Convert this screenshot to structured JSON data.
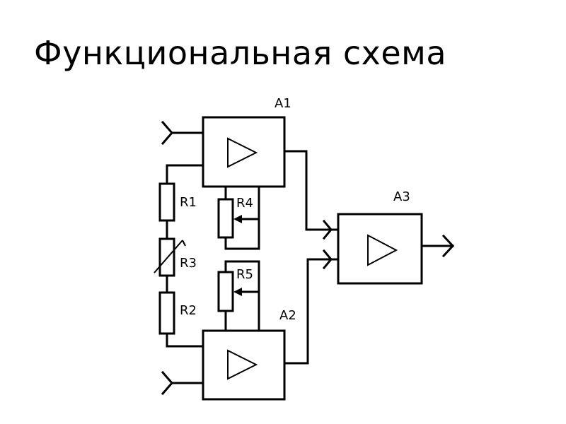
{
  "title": "Функциональная схема",
  "labels": {
    "a1": "A1",
    "a2": "A2",
    "a3": "A3",
    "r1": "R1",
    "r2": "R2",
    "r3": "R3",
    "r4": "R4",
    "r5": "R5"
  },
  "colors": {
    "line": "#000000",
    "background": "#ffffff"
  }
}
